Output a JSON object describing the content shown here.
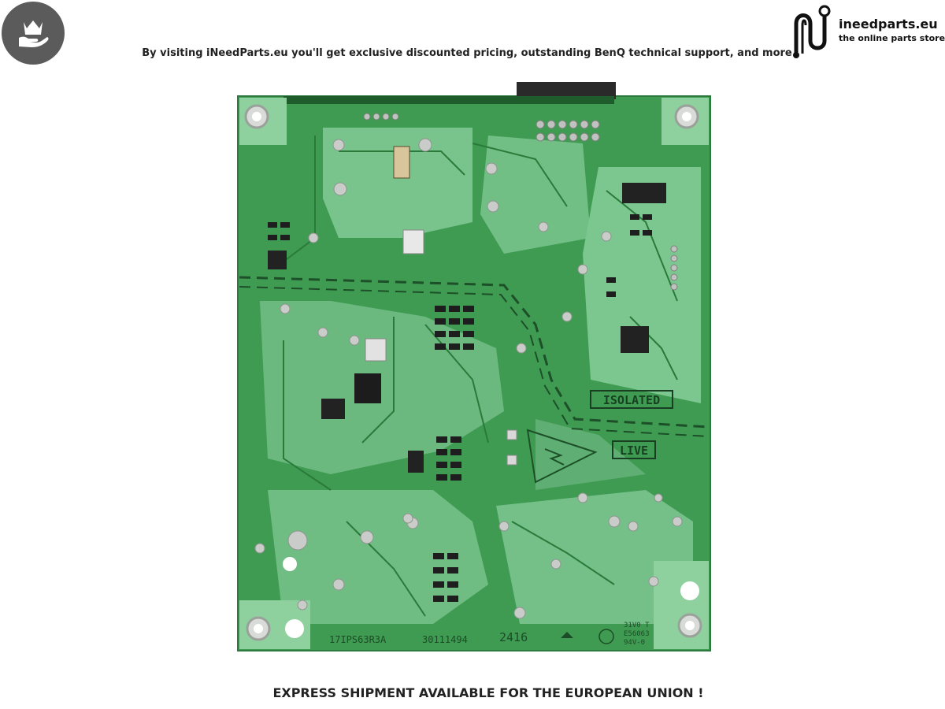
{
  "header": {
    "badge_icon": "crown-on-hand-icon",
    "tagline": "By visiting iNeedParts.eu you'll get exclusive discounted pricing, outstanding BenQ technical support, and more"
  },
  "logo": {
    "name": "ineedparts.eu",
    "subtitle": "the online parts store"
  },
  "board": {
    "part_number": "17IPS63R3A",
    "serial": "30111494",
    "date_code": "2416",
    "isolated_label": "ISOLATED",
    "live_label": "LIVE",
    "cert_1": "31V0 T",
    "cert_2": "E56063",
    "cert_3": "94V-0",
    "colors": {
      "pcb": "#3f9b52",
      "pcb_light": "#78c48c",
      "solder": "#c9ccc8"
    }
  },
  "footer": {
    "text": "EXPRESS SHIPMENT AVAILABLE FOR THE EUROPEAN UNION !"
  }
}
